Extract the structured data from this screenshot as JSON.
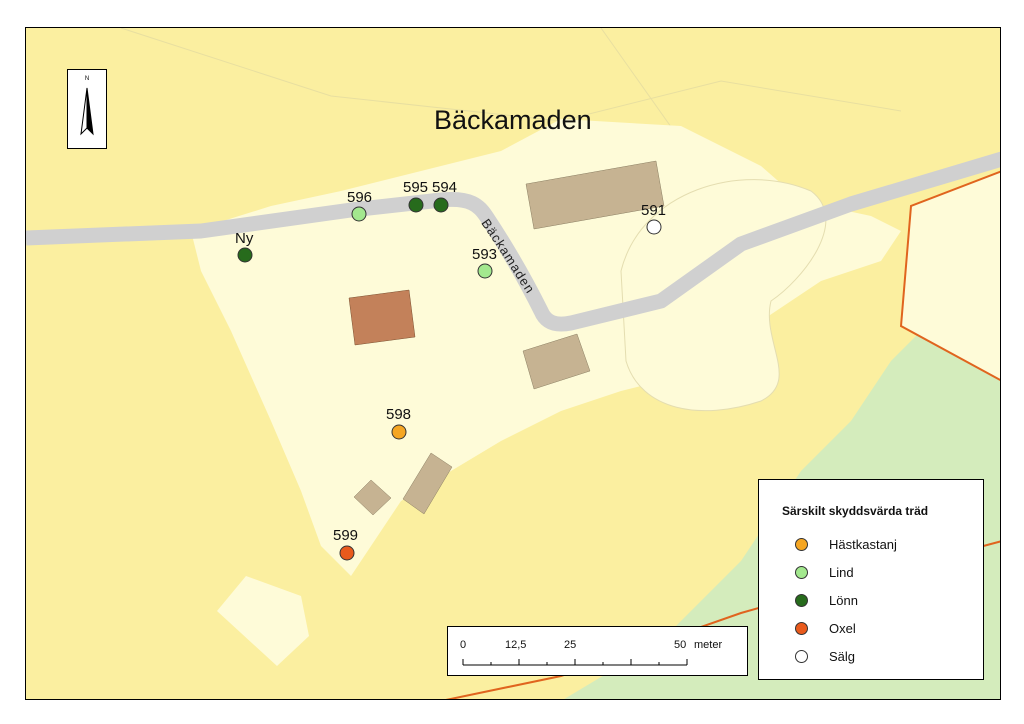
{
  "map": {
    "place_name": "Bäckamaden",
    "road_name": "Bäckamaden",
    "north_letter": "N"
  },
  "colors": {
    "farmland": "#fbefa0",
    "plot": "#fefbd8",
    "forest": "#d4ecbc",
    "road": "#d4d4d4",
    "building": "#c6b392",
    "house": "#c3815a",
    "boundary": "#e0641e"
  },
  "trees": [
    {
      "id": "596",
      "label": "596",
      "species": "Lind"
    },
    {
      "id": "595",
      "label": "595",
      "species": "Lönn"
    },
    {
      "id": "594",
      "label": "594",
      "species": "Lönn"
    },
    {
      "id": "591",
      "label": "591",
      "species": "Sälg"
    },
    {
      "id": "ny",
      "label": "Ny",
      "species": "Lönn"
    },
    {
      "id": "593",
      "label": "593",
      "species": "Lind"
    },
    {
      "id": "598",
      "label": "598",
      "species": "Hästkastanj"
    },
    {
      "id": "599",
      "label": "599",
      "species": "Oxel"
    }
  ],
  "legend": {
    "title": "Särskilt skyddsvärda träd",
    "items": [
      {
        "label": "Hästkastanj",
        "color": "#f5a623"
      },
      {
        "label": "Lind",
        "color": "#a3e88e"
      },
      {
        "label": "Lönn",
        "color": "#276b1c"
      },
      {
        "label": "Oxel",
        "color": "#e95a1c"
      },
      {
        "label": "Sälg",
        "color": "#ffffff"
      }
    ]
  },
  "scale_bar": {
    "ticks": [
      "0",
      "12,5",
      "25",
      "50"
    ],
    "unit": "meter"
  }
}
